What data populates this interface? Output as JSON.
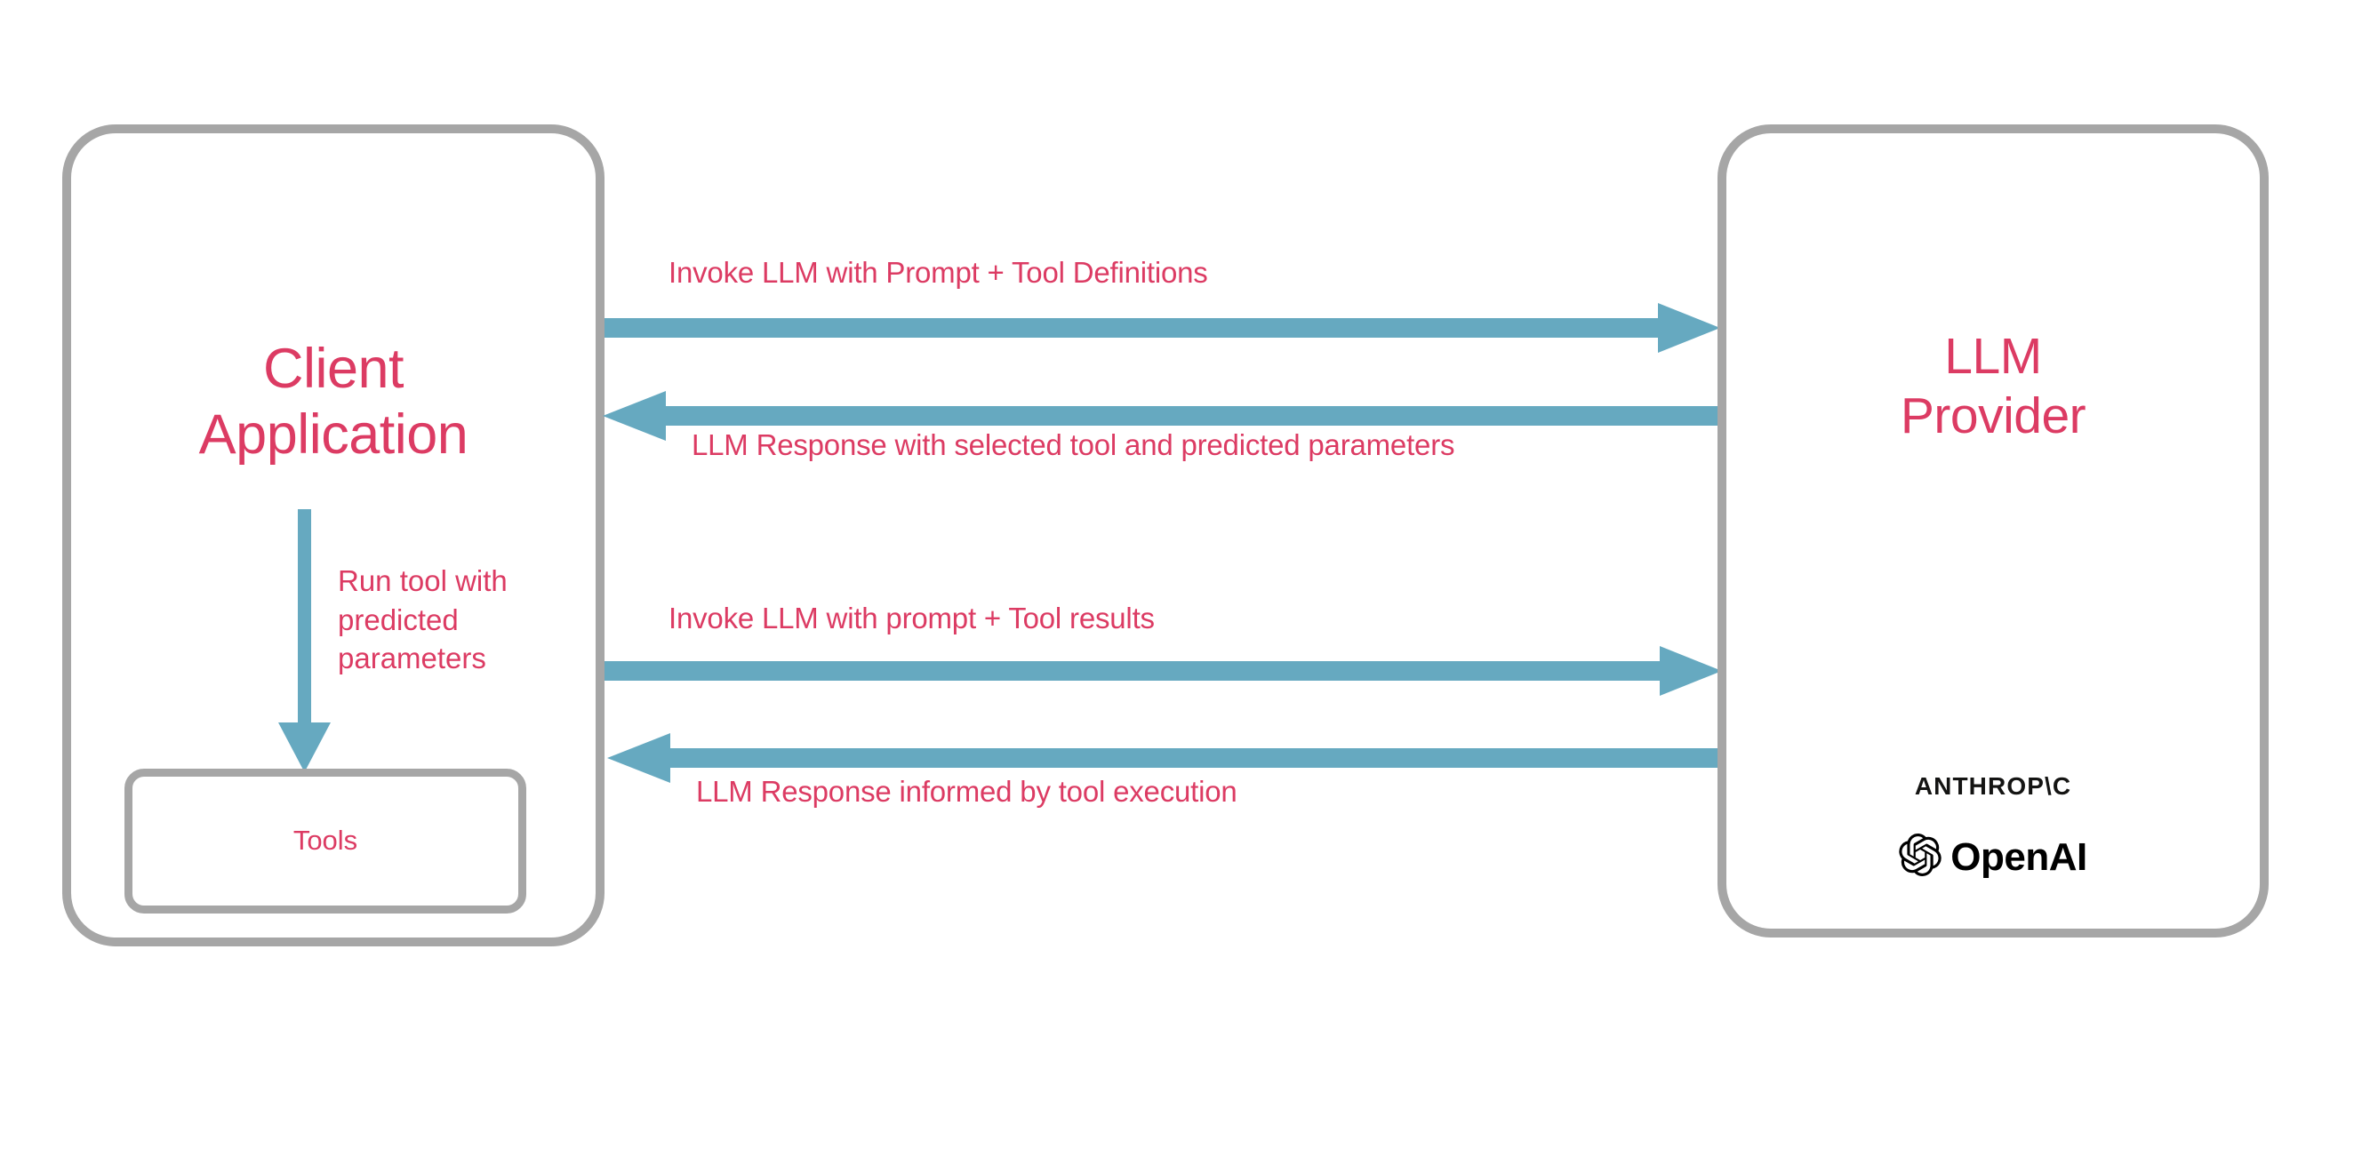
{
  "diagram": {
    "title": "LLM tool-use interaction flow",
    "colors": {
      "accent_text": "#DC3B63",
      "arrow": "#66A9C0",
      "box_border": "#A6A6A6",
      "background": "#FFFFFF",
      "logo_text": "#000000"
    }
  },
  "nodes": {
    "client": {
      "label": "Client\nApplication",
      "name": "client-application"
    },
    "tools": {
      "label": "Tools",
      "name": "tools"
    },
    "provider": {
      "label": "LLM\nProvider",
      "name": "llm-provider"
    }
  },
  "edges": [
    {
      "id": "invoke-tools",
      "label": "Invoke LLM with Prompt + Tool Definitions",
      "direction": "right",
      "from": "client",
      "to": "provider"
    },
    {
      "id": "llm-response-tool",
      "label": "LLM Response with selected tool and predicted parameters",
      "direction": "left",
      "from": "provider",
      "to": "client"
    },
    {
      "id": "invoke-results",
      "label": "Invoke LLM with prompt + Tool results",
      "direction": "right",
      "from": "client",
      "to": "provider"
    },
    {
      "id": "llm-response-exec",
      "label": "LLM Response informed by tool execution",
      "direction": "left",
      "from": "provider",
      "to": "client"
    },
    {
      "id": "run-tool",
      "label": "Run tool with\npredicted\nparameters",
      "direction": "down",
      "from": "client",
      "to": "tools"
    }
  ],
  "logos": {
    "anthropic": {
      "wordmark": "ANTHROP\\C",
      "icon_name": "anthropic-logo"
    },
    "openai": {
      "wordmark": "OpenAI",
      "icon_name": "openai-logo"
    }
  }
}
